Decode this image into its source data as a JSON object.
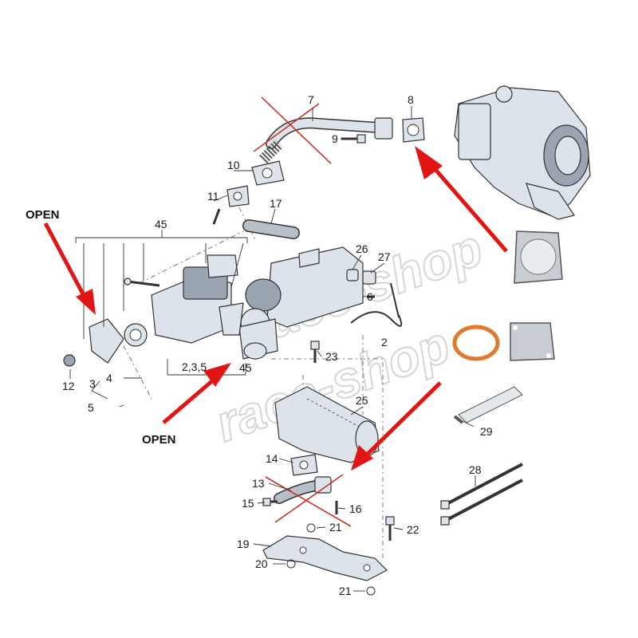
{
  "callouts": {
    "c7": "7",
    "c8": "8",
    "c9": "9",
    "c10": "10",
    "c11": "11",
    "c17": "17",
    "c45top": "45",
    "c26": "26",
    "c27": "27",
    "c6": "6",
    "c2": "2",
    "c23": "23",
    "c235": "2,3,5",
    "c45bot": "45",
    "c12": "12",
    "c3": "3",
    "c4": "4",
    "c5": "5",
    "c25": "25",
    "c29": "29",
    "c14": "14",
    "c13": "13",
    "c15": "15",
    "c16": "16",
    "c21a": "21",
    "c22": "22",
    "c19": "19",
    "c20": "20",
    "c21b": "21",
    "c28": "28"
  },
  "labels": {
    "open_top": "OPEN",
    "open_bottom": "OPEN"
  },
  "watermark": "race-shop",
  "colors": {
    "arrow": "#e21414",
    "gasket_orange": "#e07a2e",
    "metal": "#c7cdd3",
    "line": "#333333"
  }
}
